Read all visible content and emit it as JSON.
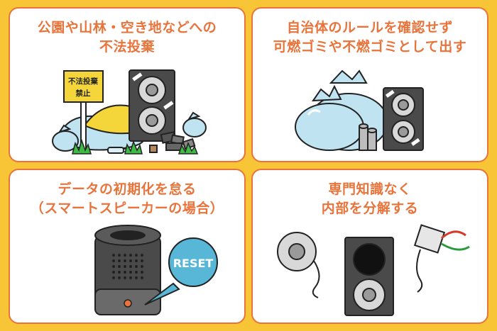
{
  "panels": [
    {
      "title_lines": [
        "公園や山林・空き地などへの",
        "不法投棄"
      ],
      "sign_lines": [
        "不法投棄",
        "禁止"
      ]
    },
    {
      "title_lines": [
        "自治体のルールを確認せず",
        "可燃ゴミや不燃ゴミとして出す"
      ]
    },
    {
      "title_lines": [
        "データの初期化を怠る",
        "（スマートスピーカーの場合）"
      ],
      "badge": "RESET"
    },
    {
      "title_lines": [
        "専門知識なく",
        "内部を分解する"
      ]
    }
  ],
  "colors": {
    "background": "#F7C536",
    "panel_border": "#E8743B",
    "title": "#E8743B",
    "sign": "#F4D63A",
    "bag": "#BFE3F0",
    "grass": "#3DBB44",
    "speaker": "#4A4A4A",
    "badge": "#58B6D6",
    "wire_red": "#D33A2C",
    "wire_green": "#2E9A3E"
  }
}
